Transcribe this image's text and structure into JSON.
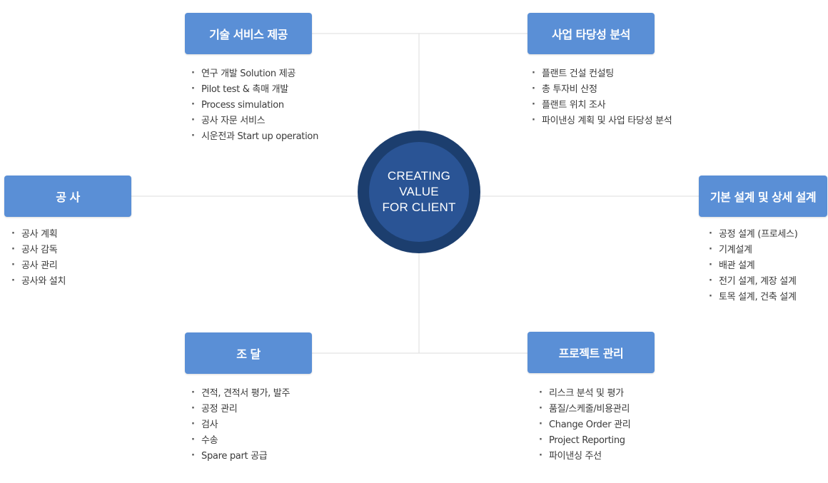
{
  "center": {
    "lines": [
      "CREATING",
      "VALUE",
      "FOR CLIENT"
    ]
  },
  "colors": {
    "box": "#5a8fd6",
    "circle_outer": "#1c3e6e",
    "circle_inner": "#2a5495",
    "connector": "#dddddd"
  },
  "nodes": {
    "tech_service": {
      "title": "기술 서비스 제공",
      "items": [
        "연구 개발 Solution 제공",
        "Pilot test & 촉매 개발",
        "Process simulation",
        "공사 자문 서비스",
        "시운전과 Start up operation"
      ]
    },
    "feasibility": {
      "title": "사업 타당성 분석",
      "items": [
        "플랜트 건설 컨설팅",
        "총 투자비 산정",
        "플랜트 위치 조사",
        "파이낸싱 계획 및 사업 타당성 분석"
      ]
    },
    "construction": {
      "title": "공 사",
      "items": [
        "공사 계획",
        "공사 감독",
        "공사 관리",
        "공사와 설치"
      ]
    },
    "design": {
      "title": "기본 설계 및 상세 설계",
      "items": [
        "공정 설계 (프로세스)",
        "기계설계",
        "배관 설계",
        "전기 설계, 계장 설계",
        "토목 설계, 건축 설계"
      ]
    },
    "procurement": {
      "title": "조 달",
      "items": [
        "견적, 견적서 평가, 발주",
        "공정 관리",
        "검사",
        "수송",
        "Spare part 공급"
      ]
    },
    "project_mgmt": {
      "title": "프로젝트 관리",
      "items": [
        "리스크 분석 및 평가",
        "품질/스케줄/비용관리",
        "Change Order 관리",
        "Project Reporting",
        "파이낸싱 주선"
      ]
    }
  }
}
